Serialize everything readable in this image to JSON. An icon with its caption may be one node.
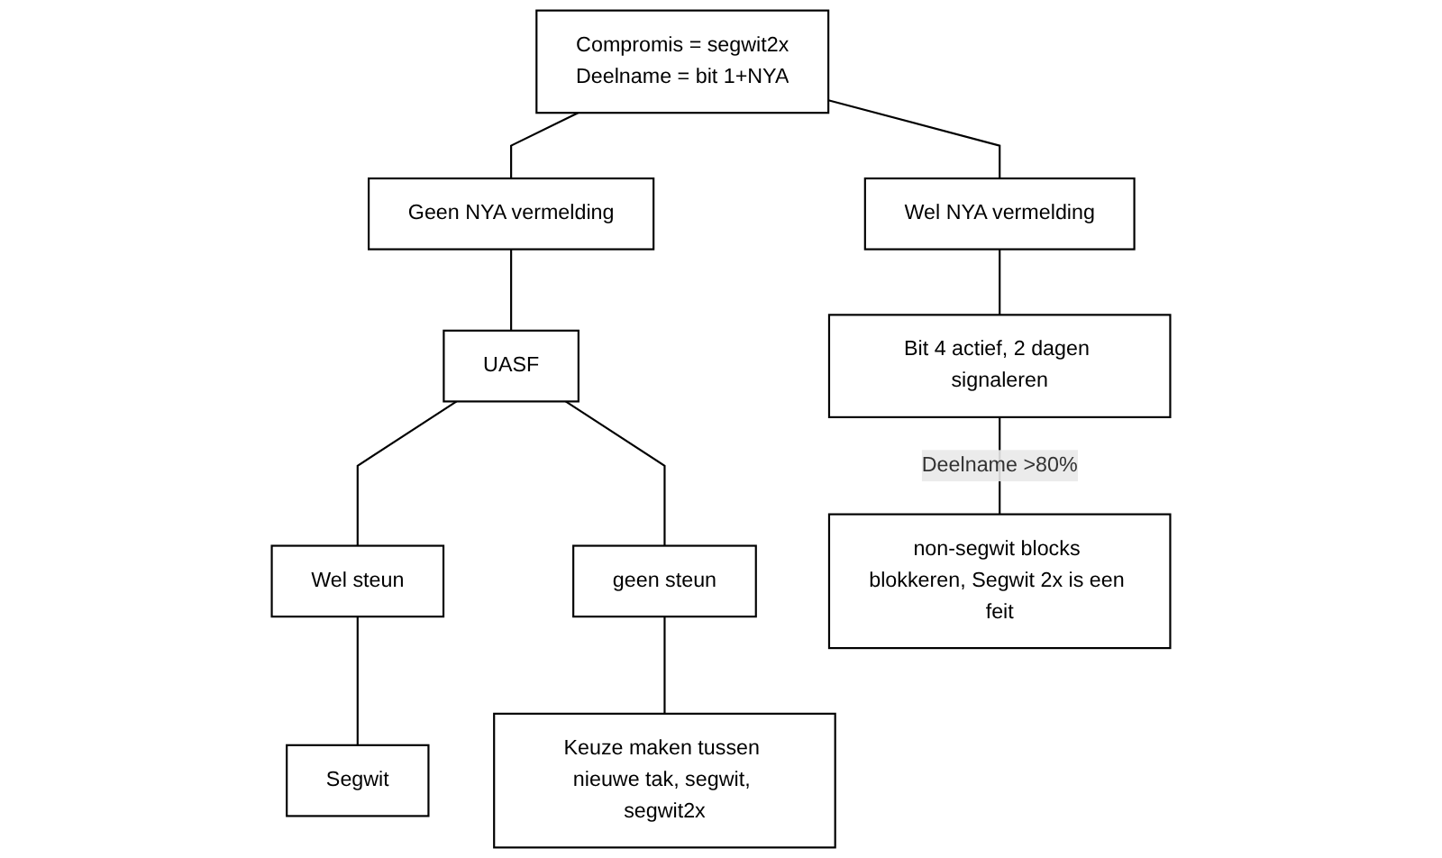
{
  "diagram": {
    "nodes": [
      {
        "text": [
          "Compromis = segwit2x",
          "Deelname = bit 1+NYA"
        ]
      },
      {
        "text": [
          "Geen NYA vermelding"
        ]
      },
      {
        "text": [
          "UASF"
        ]
      },
      {
        "text": [
          "Wel steun"
        ]
      },
      {
        "text": [
          "geen steun"
        ]
      },
      {
        "text": [
          "Segwit"
        ]
      },
      {
        "text": [
          "Keuze maken tussen nieuwe tak, segwit, segwit2x"
        ]
      },
      {
        "text": [
          "Wel NYA vermelding"
        ]
      },
      {
        "text": [
          "Bit 4 actief, 2 dagen signaleren"
        ]
      },
      {
        "text": [
          "non-segwit blocks blokkeren, Segwit 2x is een feit"
        ]
      }
    ],
    "edges": [
      {
        "from": 0,
        "to": 1,
        "arrow": "none"
      },
      {
        "from": 1,
        "to": 2,
        "arrow": "none"
      },
      {
        "from": 2,
        "to": 3,
        "arrow": "none"
      },
      {
        "from": 2,
        "to": 4,
        "arrow": "none"
      },
      {
        "from": 3,
        "to": 5,
        "arrow": "none"
      },
      {
        "from": 4,
        "to": 6,
        "arrow": "none"
      },
      {
        "from": 0,
        "to": 7,
        "arrow": "none"
      },
      {
        "from": 7,
        "to": 8,
        "arrow": "none"
      },
      {
        "from": 8,
        "to": 9,
        "label": "Deelname >80%",
        "arrow": "none"
      }
    ]
  }
}
